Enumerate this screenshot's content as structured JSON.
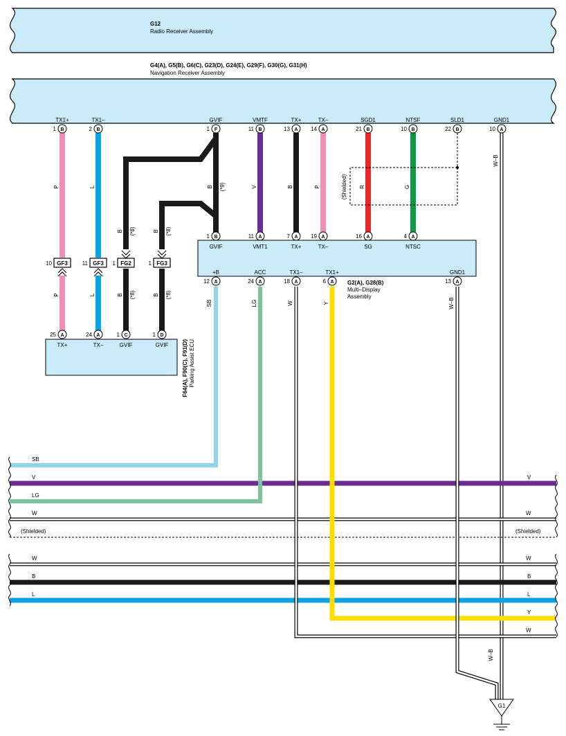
{
  "radio": {
    "code": "G12",
    "name": "Radio Receiver Assembly"
  },
  "nav": {
    "codes": "G4(A), G5(B), G6(C), G23(D), G24(E), G29(F), G30(G), G31(H)",
    "name": "Navigation Receiver Assembly"
  },
  "multi": {
    "codes": "G2(A), G28(B)",
    "name": "Multi–Display",
    "name2": "Assembly"
  },
  "parking": {
    "codes": "F64(A), F90(C), F91(D)",
    "name": "Parking Assist ECU"
  },
  "ground": "G1",
  "wire_colors": {
    "P": "#f28cb8",
    "L": "#0aa3e8",
    "B": "#1a1a1a",
    "V": "#6a2d91",
    "R": "#e8282c",
    "G": "#0a9a48",
    "SB": "#8fd3f0",
    "LG": "#7dc49a",
    "Y": "#ffdd00",
    "W": "#ffffff",
    "fill": "#c9ebfa"
  },
  "nav_pins": [
    {
      "name": "TX1+",
      "num": "1",
      "conn": "B"
    },
    {
      "name": "TX1–",
      "num": "2",
      "conn": "B"
    },
    {
      "name": "GVIF",
      "num": "1",
      "conn": "F"
    },
    {
      "name": "VMTF",
      "num": "11",
      "conn": "B"
    },
    {
      "name": "TX+",
      "num": "13",
      "conn": "A"
    },
    {
      "name": "TX–",
      "num": "14",
      "conn": "A"
    },
    {
      "name": "SGD1",
      "num": "21",
      "conn": "B"
    },
    {
      "name": "NTSF",
      "num": "10",
      "conn": "B"
    },
    {
      "name": "SLD1",
      "num": "22",
      "conn": "B"
    },
    {
      "name": "GND1",
      "num": "10",
      "conn": "A"
    }
  ],
  "md_top_pins": [
    {
      "name": "GVIF",
      "num": "1",
      "conn": "B"
    },
    {
      "name": "VMT1",
      "num": "11",
      "conn": "A"
    },
    {
      "name": "TX+",
      "num": "7",
      "conn": "A"
    },
    {
      "name": "TX–",
      "num": "19",
      "conn": "A"
    },
    {
      "name": "SG",
      "num": "16",
      "conn": "A"
    },
    {
      "name": "NTSC",
      "num": "4",
      "conn": "A"
    }
  ],
  "md_bottom_pins": [
    {
      "name": "+B",
      "num": "12",
      "conn": "A"
    },
    {
      "name": "ACC",
      "num": "24",
      "conn": "A"
    },
    {
      "name": "TX1–",
      "num": "18",
      "conn": "A"
    },
    {
      "name": "TX1+",
      "num": "6",
      "conn": "A"
    },
    {
      "name": "GND1",
      "num": "13",
      "conn": "A"
    }
  ],
  "pa_pins": [
    {
      "name": "TX+",
      "num": "25",
      "conn": "A"
    },
    {
      "name": "TX–",
      "num": "24",
      "conn": "A"
    },
    {
      "name": "GVIF",
      "num": "1",
      "conn": "C"
    },
    {
      "name": "GVIF",
      "num": "1",
      "conn": "D"
    }
  ],
  "splices": [
    {
      "num": "10",
      "label": "GF3"
    },
    {
      "num": "11",
      "label": "GF3"
    },
    {
      "num": "1",
      "label": "FG2"
    },
    {
      "num": "1",
      "label": "FG3"
    }
  ],
  "upper_wire_labels": {
    "p1": "P",
    "l1": "L",
    "b_gvif": "B",
    "star9": "(*9)",
    "v": "V",
    "b_tx": "B",
    "p2": "P",
    "shielded": "(Shielded)",
    "r": "R",
    "g": "G",
    "wb": "W–B",
    "b8a": "B",
    "b8b": "B",
    "star8": "(*8)"
  },
  "lower_wire_labels": {
    "p": "P",
    "l": "L",
    "b1": "B",
    "b2": "B",
    "star8": "(*8)",
    "sb": "SB",
    "lg": "LG",
    "w": "W",
    "y": "Y",
    "wb": "W–B"
  },
  "buses": [
    {
      "left": "SB",
      "right": ""
    },
    {
      "left": "V",
      "right": "V"
    },
    {
      "left": "LG",
      "right": ""
    },
    {
      "left": "W",
      "right": "W"
    },
    {
      "left": "(Shielded)",
      "right": "(Shielded)"
    },
    {
      "left": "W",
      "right": "W"
    },
    {
      "left": "B",
      "right": "B"
    },
    {
      "left": "L",
      "right": "L"
    },
    {
      "left": "",
      "right": "Y"
    },
    {
      "left": "",
      "right": "W"
    }
  ]
}
